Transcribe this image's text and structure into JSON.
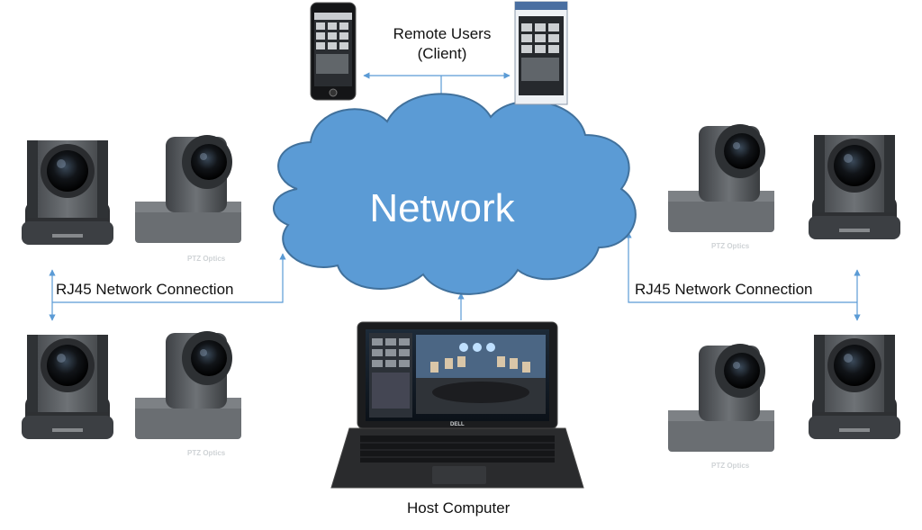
{
  "labels": {
    "network": "Network",
    "remote_users_line1": "Remote Users",
    "remote_users_line2": "(Client)",
    "rj45_left": "RJ45 Network Connection",
    "rj45_right": "RJ45 Network Connection",
    "host_computer": "Host Computer"
  },
  "devices": {
    "camera_brand": "PTZ Optics",
    "laptop_brand": "DELL"
  },
  "colors": {
    "cloud_fill": "#5b9bd5",
    "cloud_stroke": "#41719c",
    "connector": "#5b9bd5",
    "network_text": "#ffffff",
    "camera_body": "#5a5d61"
  }
}
